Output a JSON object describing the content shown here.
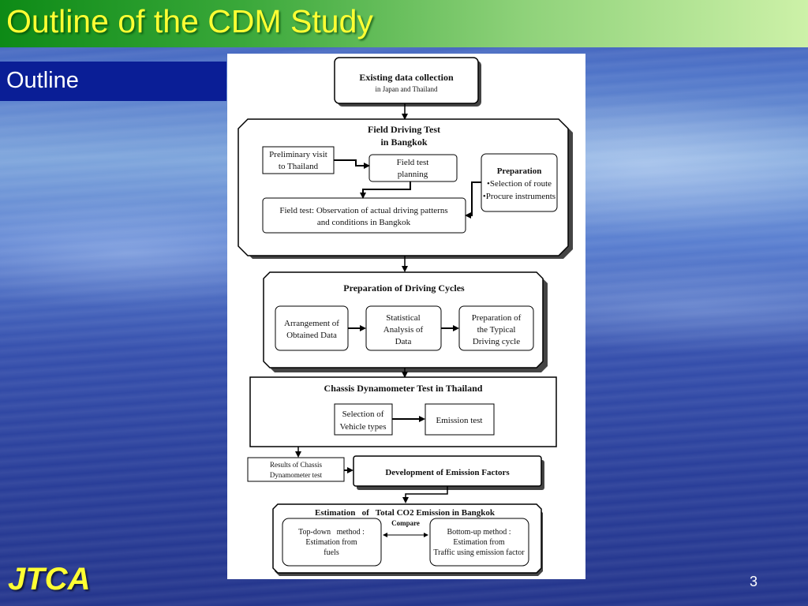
{
  "slide": {
    "title": "Outline of the CDM Study",
    "subtitle": "Outline",
    "logo": "JTCA",
    "page_number": "3"
  },
  "diagram": {
    "existing": {
      "title": "Existing data collection",
      "sub": "in Japan and Thailand"
    },
    "field": {
      "title1": "Field Driving Test",
      "title2": "in Bangkok",
      "prelim1": "Preliminary visit",
      "prelim2": "to Thailand",
      "plan1": "Field test",
      "plan2": "planning",
      "prep_title": "Preparation",
      "prep1": "•Selection of route",
      "prep2": "•Procure instruments",
      "obs1": "Field test: Observation of actual driving patterns",
      "obs2": "and conditions in Bangkok"
    },
    "cycles": {
      "title": "Preparation of Driving Cycles",
      "arr1": "Arrangement of",
      "arr2": "Obtained Data",
      "stat1": "Statistical",
      "stat2": "Analysis of",
      "stat3": "Data",
      "typ1": "Preparation of",
      "typ2": "the Typical",
      "typ3": "Driving cycle"
    },
    "chassis": {
      "title": "Chassis Dynamometer Test in Thailand",
      "sel1": "Selection of",
      "sel2": "Vehicle types",
      "emission": "Emission test"
    },
    "results": {
      "l1": "Results of Chassis",
      "l2": "Dynamometer test"
    },
    "development": "Development of Emission Factors",
    "estimation": {
      "title": "Estimation   of   Total CO2 Emission in Bangkok",
      "compare": "Compare",
      "top1": "Top-down   method :",
      "top2": "Estimation from",
      "top3": "fuels",
      "bot1": "Bottom-up method :",
      "bot2": "Estimation from",
      "bot3": "Traffic using emission factor"
    }
  }
}
